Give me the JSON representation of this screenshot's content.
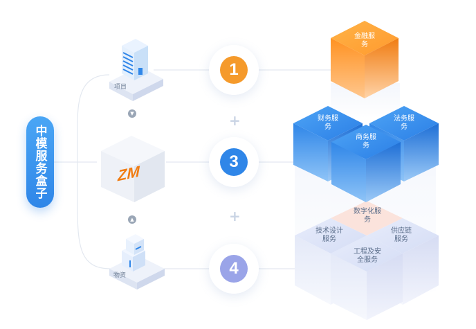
{
  "box_title": "中模服务盒子",
  "left_items": [
    {
      "label": "项目"
    },
    {
      "label": "ZM"
    },
    {
      "label": "物资"
    }
  ],
  "steps": [
    {
      "number": "1",
      "color": "#f59a2b"
    },
    {
      "number": "3",
      "color": "#2f86e8"
    },
    {
      "number": "4",
      "color": "#9aa4e8"
    }
  ],
  "plus_sign": "+",
  "tier1": {
    "label": "金融服务",
    "color": "#f5901e"
  },
  "tier2": [
    {
      "label": "财务服务"
    },
    {
      "label": "法务服务"
    },
    {
      "label": "商务服务"
    }
  ],
  "tier3": [
    {
      "label": "数字化服务"
    },
    {
      "label": "技术设计服务"
    },
    {
      "label": "供应链服务"
    },
    {
      "label": "工程及安全服务"
    }
  ]
}
